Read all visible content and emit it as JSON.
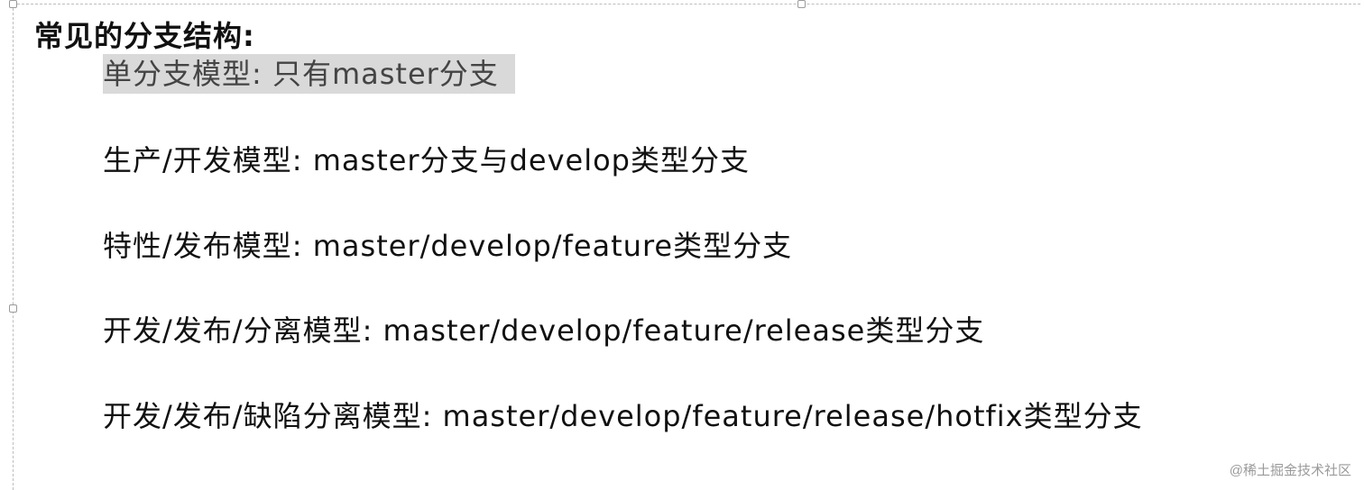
{
  "document": {
    "heading": "常见的分支结构:",
    "items": [
      {
        "text": "单分支模型: 只有master分支",
        "highlighted": true
      },
      {
        "text": "生产/开发模型: master分支与develop类型分支",
        "highlighted": false
      },
      {
        "text": "特性/发布模型: master/develop/feature类型分支",
        "highlighted": false
      },
      {
        "text": "开发/发布/分离模型: master/develop/feature/release类型分支",
        "highlighted": false
      },
      {
        "text": "开发/发布/缺陷分离模型: master/develop/feature/release/hotfix类型分支",
        "highlighted": false
      }
    ]
  },
  "watermark": "@稀土掘金技术社区",
  "colors": {
    "highlight_background": "#d9d9d9",
    "text": "#111111",
    "watermark": "#9a9a9a"
  }
}
